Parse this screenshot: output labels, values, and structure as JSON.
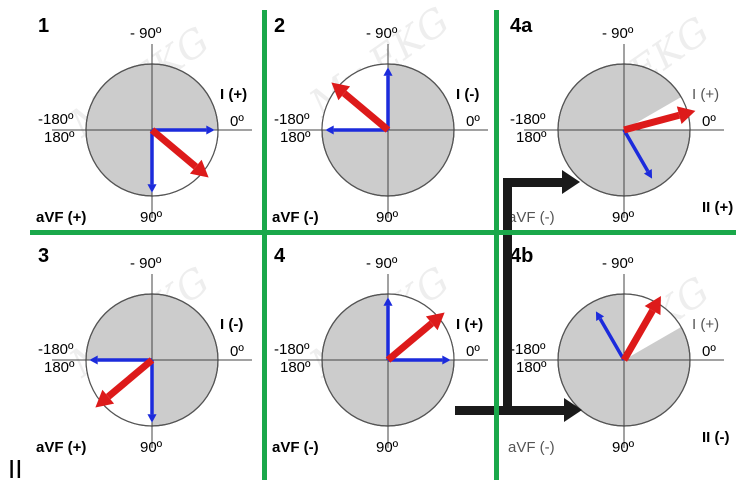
{
  "colors": {
    "grid_green": "#1aa84a",
    "vector_red": "#dd1a1a",
    "vector_blue": "#1c2bdc",
    "quadrant_gray": "#cccccc",
    "connector_black": "#1a1a1a"
  },
  "watermark": "My EKG",
  "axis_labels": {
    "top": "- 90º",
    "left_neg": "-180º",
    "left_pos": "180º",
    "right": "0º",
    "bottom": "90º"
  },
  "panels": [
    {
      "id": "1",
      "number": "1",
      "lead_I": "I (+)",
      "lead_aVF": "aVF (+)",
      "lead_II": "",
      "red_angle_deg": 40,
      "blue_axes": [
        "0",
        "90"
      ],
      "white_sector": [
        0,
        90
      ]
    },
    {
      "id": "2",
      "number": "2",
      "lead_I": "I (-)",
      "lead_aVF": "aVF (-)",
      "lead_II": "",
      "red_angle_deg": -140,
      "blue_axes": [
        "-90",
        "180"
      ],
      "white_sector": [
        -180,
        -90
      ]
    },
    {
      "id": "4a",
      "number": "4a",
      "lead_I": "I (+)",
      "lead_aVF": "aVF (-)",
      "lead_II": "II (+)",
      "red_angle_deg": -15,
      "blue_axes": [
        "60"
      ],
      "white_sector": [
        -30,
        0
      ]
    },
    {
      "id": "3",
      "number": "3",
      "lead_I": "I (-)",
      "lead_aVF": "aVF (+)",
      "lead_II": "",
      "red_angle_deg": 140,
      "blue_axes": [
        "90",
        "180"
      ],
      "white_sector": [
        90,
        180
      ]
    },
    {
      "id": "4",
      "number": "4",
      "lead_I": "I (+)",
      "lead_aVF": "aVF (-)",
      "lead_II": "",
      "red_angle_deg": -40,
      "blue_axes": [
        "0",
        "-90"
      ],
      "white_sector": [
        -90,
        0
      ]
    },
    {
      "id": "4b",
      "number": "4b",
      "lead_I": "I (+)",
      "lead_aVF": "aVF (-)",
      "lead_II": "II (-)",
      "red_angle_deg": -60,
      "blue_axes": [
        "-120"
      ],
      "white_sector": [
        -90,
        -30
      ]
    }
  ],
  "footer_text": "II"
}
